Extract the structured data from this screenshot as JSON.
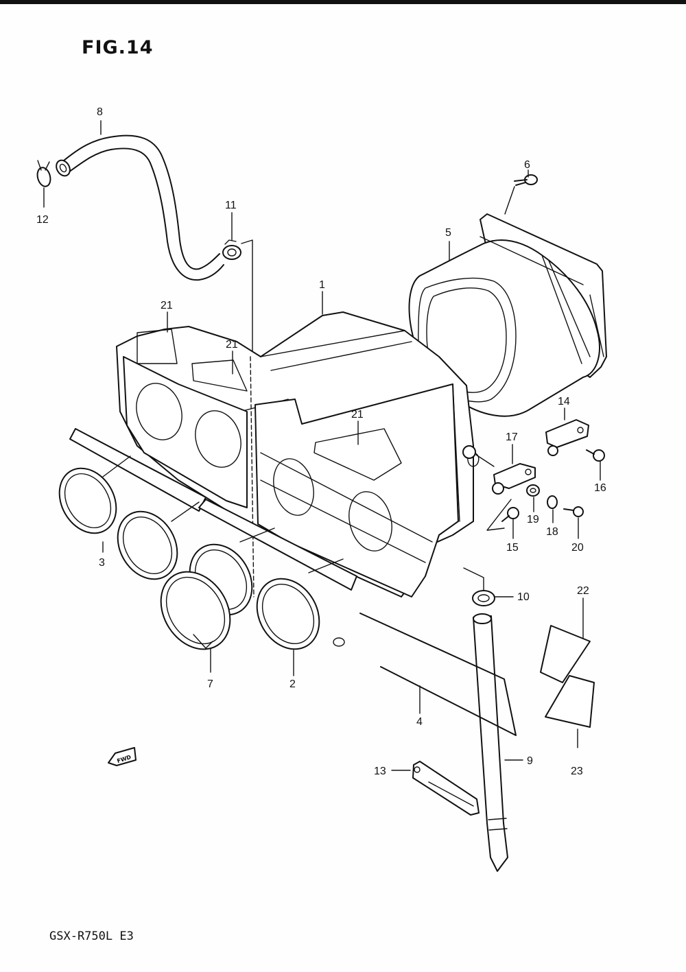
{
  "figure": {
    "title": "FIG.14",
    "model": "GSX-R750L E3",
    "fwd_label": "FWD"
  },
  "callouts": [
    {
      "id": "c8",
      "label": "8"
    },
    {
      "id": "c12",
      "label": "12"
    },
    {
      "id": "c11",
      "label": "11"
    },
    {
      "id": "c6",
      "label": "6"
    },
    {
      "id": "c5",
      "label": "5"
    },
    {
      "id": "c1",
      "label": "1"
    },
    {
      "id": "c21a",
      "label": "21"
    },
    {
      "id": "c21b",
      "label": "21"
    },
    {
      "id": "c21c",
      "label": "21"
    },
    {
      "id": "c14",
      "label": "14"
    },
    {
      "id": "c17",
      "label": "17"
    },
    {
      "id": "c16",
      "label": "16"
    },
    {
      "id": "c19",
      "label": "19"
    },
    {
      "id": "c18",
      "label": "18"
    },
    {
      "id": "c15",
      "label": "15"
    },
    {
      "id": "c20",
      "label": "20"
    },
    {
      "id": "c3",
      "label": "3"
    },
    {
      "id": "c10",
      "label": "10"
    },
    {
      "id": "c22",
      "label": "22"
    },
    {
      "id": "c7",
      "label": "7"
    },
    {
      "id": "c2",
      "label": "2"
    },
    {
      "id": "c4",
      "label": "4"
    },
    {
      "id": "c9",
      "label": "9"
    },
    {
      "id": "c13",
      "label": "13"
    },
    {
      "id": "c23",
      "label": "23"
    }
  ]
}
